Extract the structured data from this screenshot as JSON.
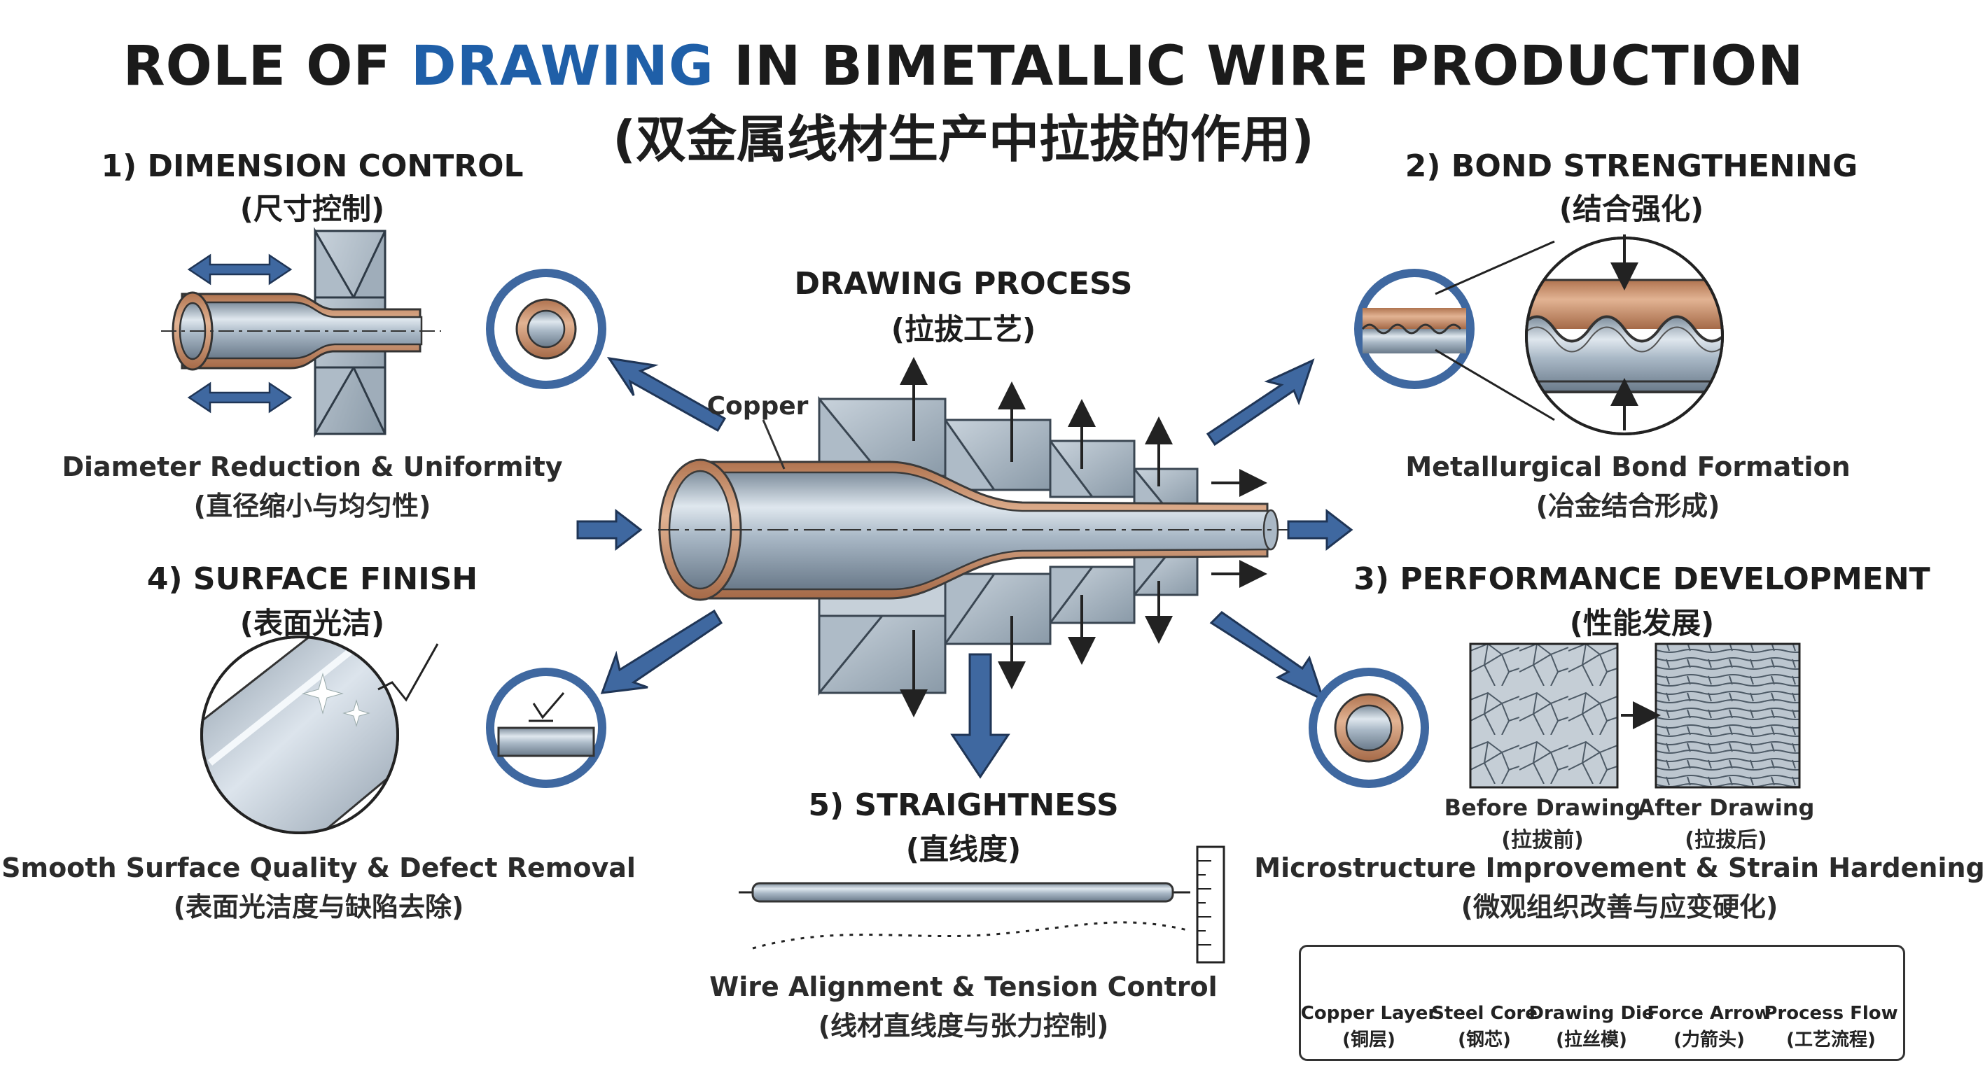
{
  "title": {
    "part1": "ROLE OF ",
    "highlight": "DRAWING",
    "part2": " IN BIMETALLIC WIRE PRODUCTION",
    "subtitle": "(双金属线材生产中拉拔的作用)"
  },
  "colors": {
    "title_highlight": "#1f5fa8",
    "copper": "#c98f68",
    "steel": "#9fb0c0",
    "arrow_blue": "#3f68a0",
    "circle_ring": "#3f68a0"
  },
  "center": {
    "heading": "DRAWING PROCESS",
    "heading_cn": "(拉拔工艺)",
    "copper_label": "Copper"
  },
  "sections": {
    "dimension": {
      "heading": "1) DIMENSION CONTROL",
      "heading_cn": "(尺寸控制)",
      "caption": "Diameter Reduction & Uniformity",
      "caption_cn": "(直径缩小与均匀性)"
    },
    "bond": {
      "heading": "2) BOND STRENGTHENING",
      "heading_cn": "(结合强化)",
      "caption": "Metallurgical Bond Formation",
      "caption_cn": "(冶金结合形成)"
    },
    "performance": {
      "heading": "3) PERFORMANCE DEVELOPMENT",
      "heading_cn": "(性能发展)",
      "before": "Before Drawing",
      "before_cn": "(拉拔前)",
      "after": "After Drawing",
      "after_cn": "(拉拔后)",
      "caption": "Microstructure Improvement & Strain Hardening",
      "caption_cn": "(微观组织改善与应变硬化)"
    },
    "surface": {
      "heading": "4) SURFACE FINISH",
      "heading_cn": "(表面光洁)",
      "caption": "Smooth Surface Quality & Defect Removal",
      "caption_cn": "(表面光洁度与缺陷去除)"
    },
    "straightness": {
      "heading": "5) STRAIGHTNESS",
      "heading_cn": "(直线度)",
      "caption": "Wire Alignment & Tension Control",
      "caption_cn": "(线材直线度与张力控制)"
    }
  },
  "legend": [
    {
      "label": "Copper Layer",
      "sub": "(铜层)",
      "icon": "copper-swatch"
    },
    {
      "label": "Steel Core",
      "sub": "(钢芯)",
      "icon": "steel-swatch"
    },
    {
      "label": "Drawing Die",
      "sub": "(拉丝模)",
      "icon": "die-icon"
    },
    {
      "label": "Force Arrow",
      "sub": "(力箭头)",
      "icon": "force-arrow-icon"
    },
    {
      "label": "Process Flow",
      "sub": "(工艺流程)",
      "icon": "process-arrow-icon"
    }
  ]
}
